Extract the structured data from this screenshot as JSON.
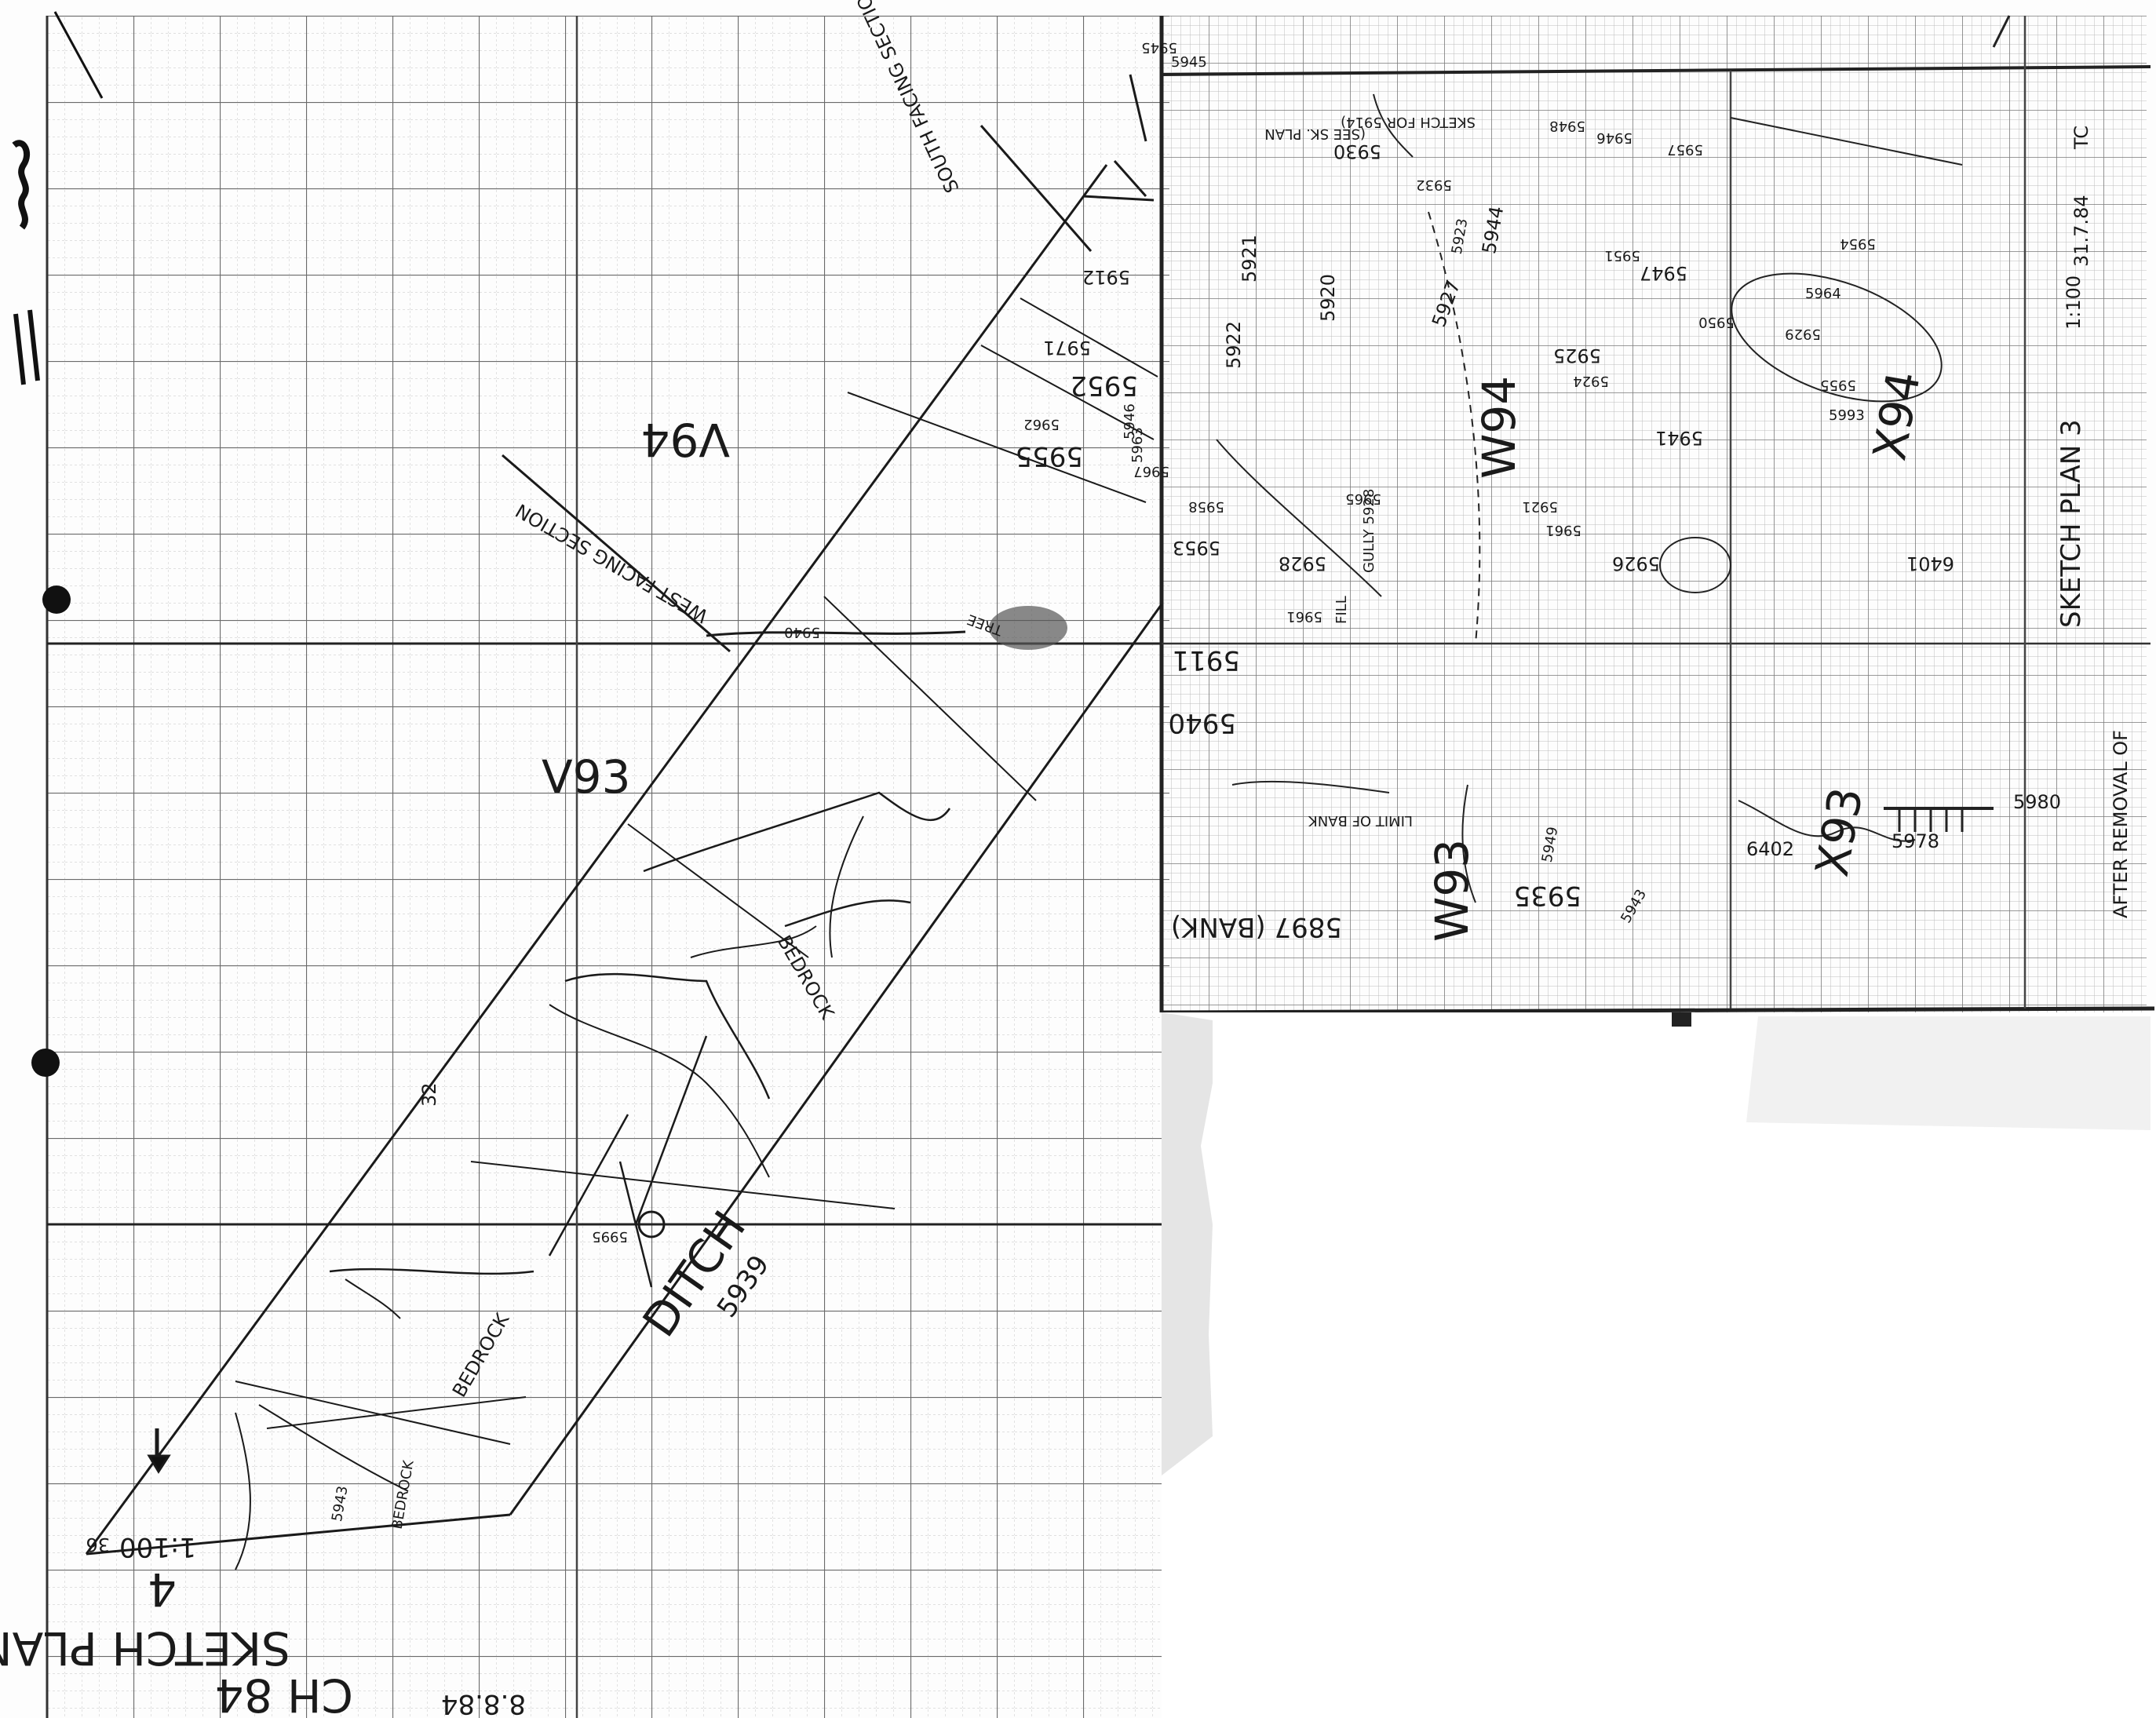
{
  "sheet_left": {
    "title": "SKETCH PLAN",
    "site": "CH 84",
    "sheet_no": "4",
    "scale": "1:100",
    "date": "8.8.84",
    "areas": [
      "V93",
      "V94"
    ],
    "features": {
      "ditch": "DITCH",
      "ditch_number": "5939",
      "bedrock_1": "BEDROCK",
      "bedrock_2": "BEDROCK",
      "bedrock_3": "BEDROCK",
      "west_facing_section": "WEST FACING SECTION",
      "south_facing_section": "SOUTH FACING SECTION",
      "tree": "TREE"
    },
    "numbers": [
      "5912",
      "5971",
      "5952",
      "5955",
      "5940",
      "5995",
      "5943",
      "5945",
      "5962",
      "5963",
      "5946"
    ],
    "grid_labels": [
      "32",
      "36"
    ]
  },
  "sheet_right": {
    "title": "SKETCH PLAN 3",
    "scale": "1:100",
    "date": "31.7.84",
    "initials": "TC",
    "note": "AFTER REMOVAL OF",
    "areas": [
      "W94",
      "W93",
      "X94",
      "X93"
    ],
    "annotations": {
      "limit_of_bank": "LIMIT OF BANK",
      "see_sk_plan": "(SEE SK. PLAN",
      "sketch_for": "SKETCH FOR 5914)",
      "bank_label": "5897 (BANK)",
      "gully": "GULLY 5928",
      "fill": "FILL"
    },
    "numbers": [
      "5930",
      "5948",
      "5946",
      "5947",
      "5921",
      "5920",
      "5922",
      "5927",
      "5923",
      "5944",
      "5925",
      "5924",
      "5941",
      "5921",
      "5926",
      "6401",
      "5911",
      "5940",
      "5953",
      "5958",
      "5928",
      "5965",
      "5935",
      "5949",
      "5961",
      "6402",
      "5978",
      "5980",
      "5929",
      "5950",
      "5964",
      "5954",
      "5993",
      "5955",
      "5945",
      "5967",
      "5932",
      "5951",
      "5957",
      "5961",
      "5943"
    ]
  },
  "colors": {
    "grid_fine": "#c8c8c8",
    "grid_major": "#6e6e6e",
    "ink": "#1a1a1a"
  }
}
